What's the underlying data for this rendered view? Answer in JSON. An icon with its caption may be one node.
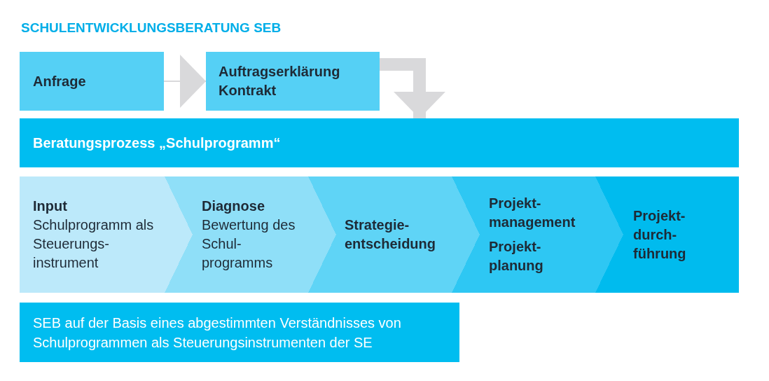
{
  "diagram": {
    "title": "SCHULENTWICKLUNGSBERATUNG SEB",
    "nodes": [
      {
        "text": [
          "Anfrage"
        ]
      },
      {
        "text": [
          "Auftragserklärung Kontrakt"
        ]
      },
      {
        "text": [
          "Beratungsprozess „Schulprogramm“"
        ]
      },
      {
        "text": [
          "Input",
          "Schulprogramm als Steuerungs-instrument"
        ]
      },
      {
        "text": [
          "Diagnose",
          "Bewertung des Schul-programms"
        ]
      },
      {
        "text": [
          "Strategie-entscheidung"
        ]
      },
      {
        "text": [
          "Projekt-management",
          "Projekt-planung"
        ]
      },
      {
        "text": [
          "Projekt-durch-führung"
        ]
      },
      {
        "text": [
          "SEB auf der Basis eines abgestimmten Verständnisses von Schulprogrammen als Steuerungsinstrumenten der SE"
        ]
      }
    ],
    "edges": [
      {
        "from": 0,
        "to": 1,
        "arrow": "to"
      },
      {
        "from": 1,
        "to": 2,
        "arrow": "to",
        "style": "thick"
      }
    ]
  }
}
